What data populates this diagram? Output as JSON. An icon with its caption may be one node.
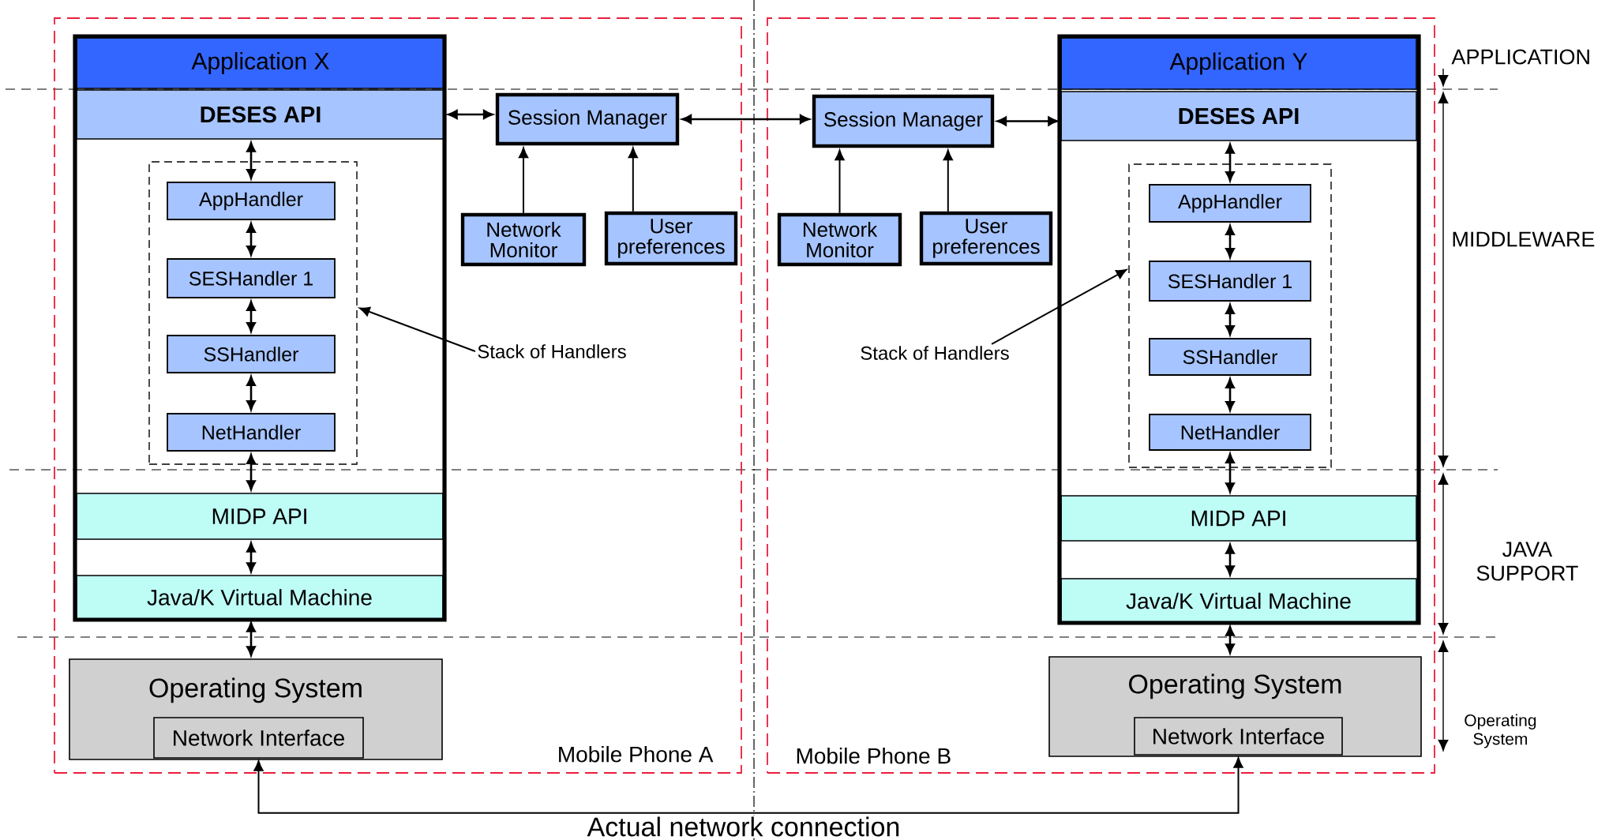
{
  "diagram": {
    "nodes": [
      {
        "text": [
          "Mobile Phone A"
        ]
      },
      {
        "text": [
          "Application X"
        ],
        "in": 0
      },
      {
        "text": [
          "DESES API"
        ],
        "in": 0
      },
      {
        "text": [],
        "shape": "box",
        "in": 0
      },
      {
        "text": [
          "AppHandler"
        ],
        "in": 3
      },
      {
        "text": [
          "SESHandler 1"
        ],
        "in": 3
      },
      {
        "text": [
          "SSHandler"
        ],
        "in": 3
      },
      {
        "text": [
          "NetHandler"
        ],
        "in": 3
      },
      {
        "text": [
          "MIDP API"
        ],
        "in": 0
      },
      {
        "text": [
          "Java/K Virtual Machine"
        ],
        "in": 0
      },
      {
        "text": [
          "Operating System"
        ],
        "in": 0
      },
      {
        "text": [
          "Network Interface"
        ],
        "in": 10
      },
      {
        "text": [
          "Session Manager"
        ],
        "in": 0
      },
      {
        "text": [
          "Network Monitor"
        ],
        "in": 0
      },
      {
        "text": [
          "User preferences"
        ],
        "in": 0
      },
      {
        "text": [
          "Stack of Handlers"
        ],
        "in": 0
      },
      {
        "text": [
          "Mobile Phone B"
        ]
      },
      {
        "text": [
          "Application Y"
        ],
        "in": 16
      },
      {
        "text": [
          "DESES API"
        ],
        "in": 16
      },
      {
        "text": [],
        "shape": "box",
        "in": 16
      },
      {
        "text": [
          "AppHandler"
        ],
        "in": 19
      },
      {
        "text": [
          "SESHandler 1"
        ],
        "in": 19
      },
      {
        "text": [
          "SSHandler"
        ],
        "in": 19
      },
      {
        "text": [
          "NetHandler"
        ],
        "in": 19
      },
      {
        "text": [
          "MIDP API"
        ],
        "in": 16
      },
      {
        "text": [
          "Java/K Virtual Machine"
        ],
        "in": 16
      },
      {
        "text": [
          "Operating System"
        ],
        "in": 16
      },
      {
        "text": [
          "Network Interface"
        ],
        "in": 26
      },
      {
        "text": [
          "Session Manager"
        ],
        "in": 16
      },
      {
        "text": [
          "Network Monitor"
        ],
        "in": 16
      },
      {
        "text": [
          "User preferences"
        ],
        "in": 16
      },
      {
        "text": [
          "Stack of Handlers"
        ],
        "in": 16
      }
    ],
    "edges": [
      {
        "from": 2,
        "to": 12,
        "arrow": "both"
      },
      {
        "from": 12,
        "to": 28,
        "arrow": "both"
      },
      {
        "from": 28,
        "to": 18,
        "arrow": "both"
      },
      {
        "from": 13,
        "to": 12,
        "arrow": "to"
      },
      {
        "from": 14,
        "to": 12,
        "arrow": "to"
      },
      {
        "from": 29,
        "to": 28,
        "arrow": "to"
      },
      {
        "from": 30,
        "to": 28,
        "arrow": "to"
      },
      {
        "from": 2,
        "to": 4,
        "arrow": "both"
      },
      {
        "from": 4,
        "to": 5,
        "arrow": "both"
      },
      {
        "from": 5,
        "to": 6,
        "arrow": "both"
      },
      {
        "from": 6,
        "to": 7,
        "arrow": "both"
      },
      {
        "from": 7,
        "to": 8,
        "arrow": "both"
      },
      {
        "from": 8,
        "to": 9,
        "arrow": "both"
      },
      {
        "from": 9,
        "to": 10,
        "arrow": "both"
      },
      {
        "from": 18,
        "to": 20,
        "arrow": "both"
      },
      {
        "from": 20,
        "to": 21,
        "arrow": "both"
      },
      {
        "from": 21,
        "to": 22,
        "arrow": "both"
      },
      {
        "from": 22,
        "to": 23,
        "arrow": "both"
      },
      {
        "from": 23,
        "to": 24,
        "arrow": "both"
      },
      {
        "from": 24,
        "to": 25,
        "arrow": "both"
      },
      {
        "from": 25,
        "to": 26,
        "arrow": "both"
      },
      {
        "from": 11,
        "to": 27,
        "arrow": "both",
        "label": "Actual network connection"
      },
      {
        "from": 15,
        "to": 3,
        "arrow": "to"
      },
      {
        "from": 31,
        "to": 19,
        "arrow": "to"
      }
    ],
    "labels": [
      "APPLICATION",
      "MIDDLEWARE",
      "JAVA SUPPORT",
      "Operating System"
    ]
  }
}
